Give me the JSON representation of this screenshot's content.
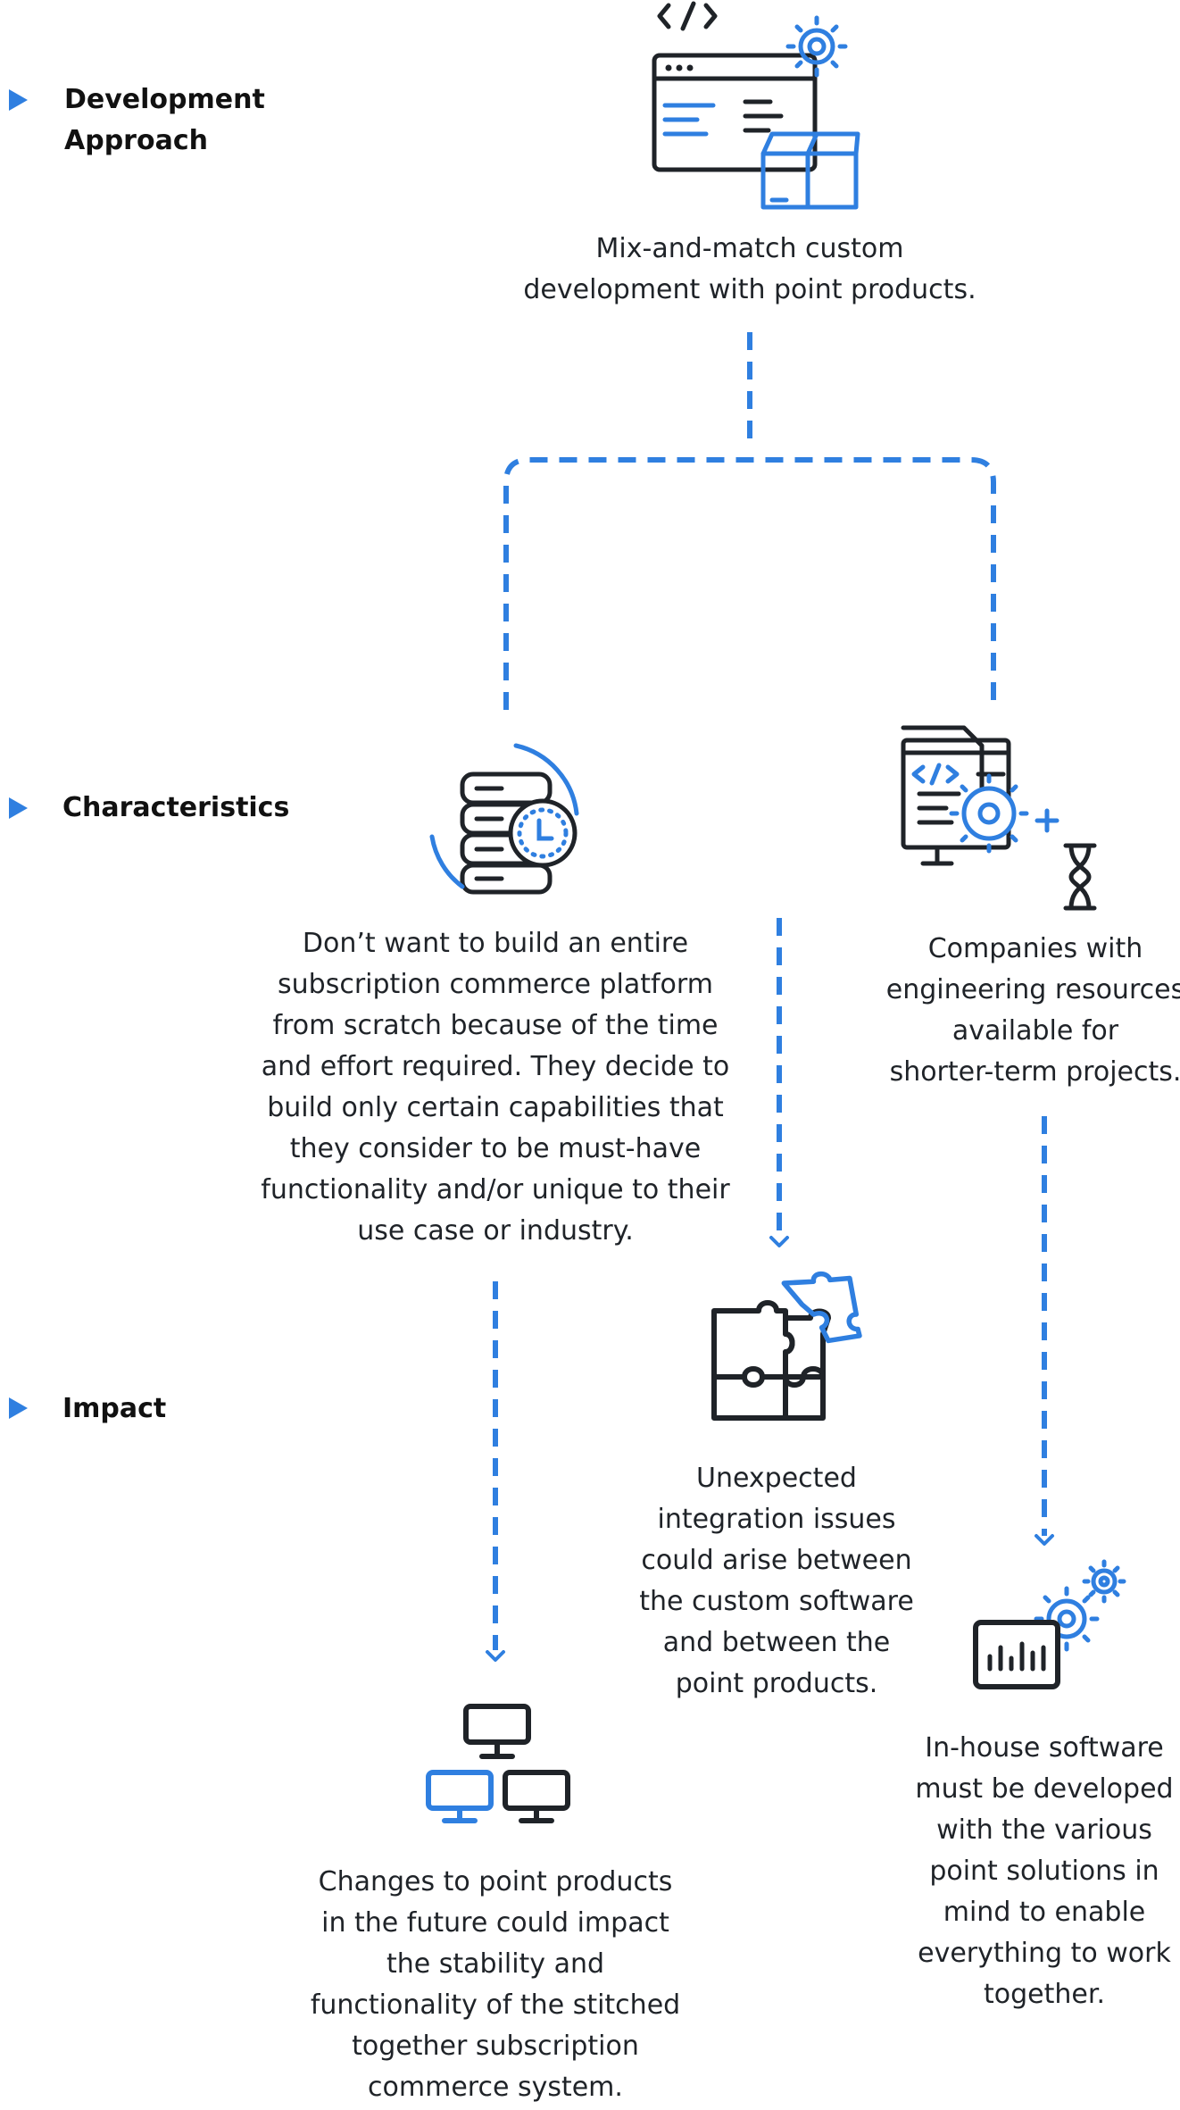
{
  "labels": {
    "development": [
      "Development",
      "Approach"
    ],
    "characteristics": "Characteristics",
    "impact": "Impact"
  },
  "texts": {
    "top": [
      "Mix-and-match custom",
      "development with point products."
    ],
    "left_char": [
      "Don’t want to build an entire",
      "subscription commerce platform",
      "from scratch because of the time",
      "and effort required. They decide to",
      "build only certain capabilities that",
      "they consider to be must-have",
      "functionality and/or unique to their",
      "use case or industry."
    ],
    "right_char": [
      "Companies with",
      "engineering resources",
      "available for",
      "shorter-term projects."
    ],
    "center_impact": [
      "Unexpected",
      "integration issues",
      "could arise between",
      "the custom software",
      "and between the",
      "point products."
    ],
    "left_impact": [
      "Changes to point products",
      "in the future could impact",
      "the stability and",
      "functionality of the stitched",
      "together subscription",
      "commerce system."
    ],
    "right_impact": [
      "In-house software",
      "must be developed",
      "with the various",
      "point solutions in",
      "mind to enable",
      "everything to work",
      "together."
    ]
  },
  "icons": {
    "top": "code-window-box-gear-icon",
    "left_char": "server-clock-icon",
    "right_char": "code-document-gear-hourglass-icon",
    "center_impact": "puzzle-pieces-icon",
    "left_impact": "network-computers-icon",
    "right_impact": "chart-gears-icon"
  },
  "colors": {
    "accent": "#2f7fe0",
    "ink": "#1f2328"
  }
}
